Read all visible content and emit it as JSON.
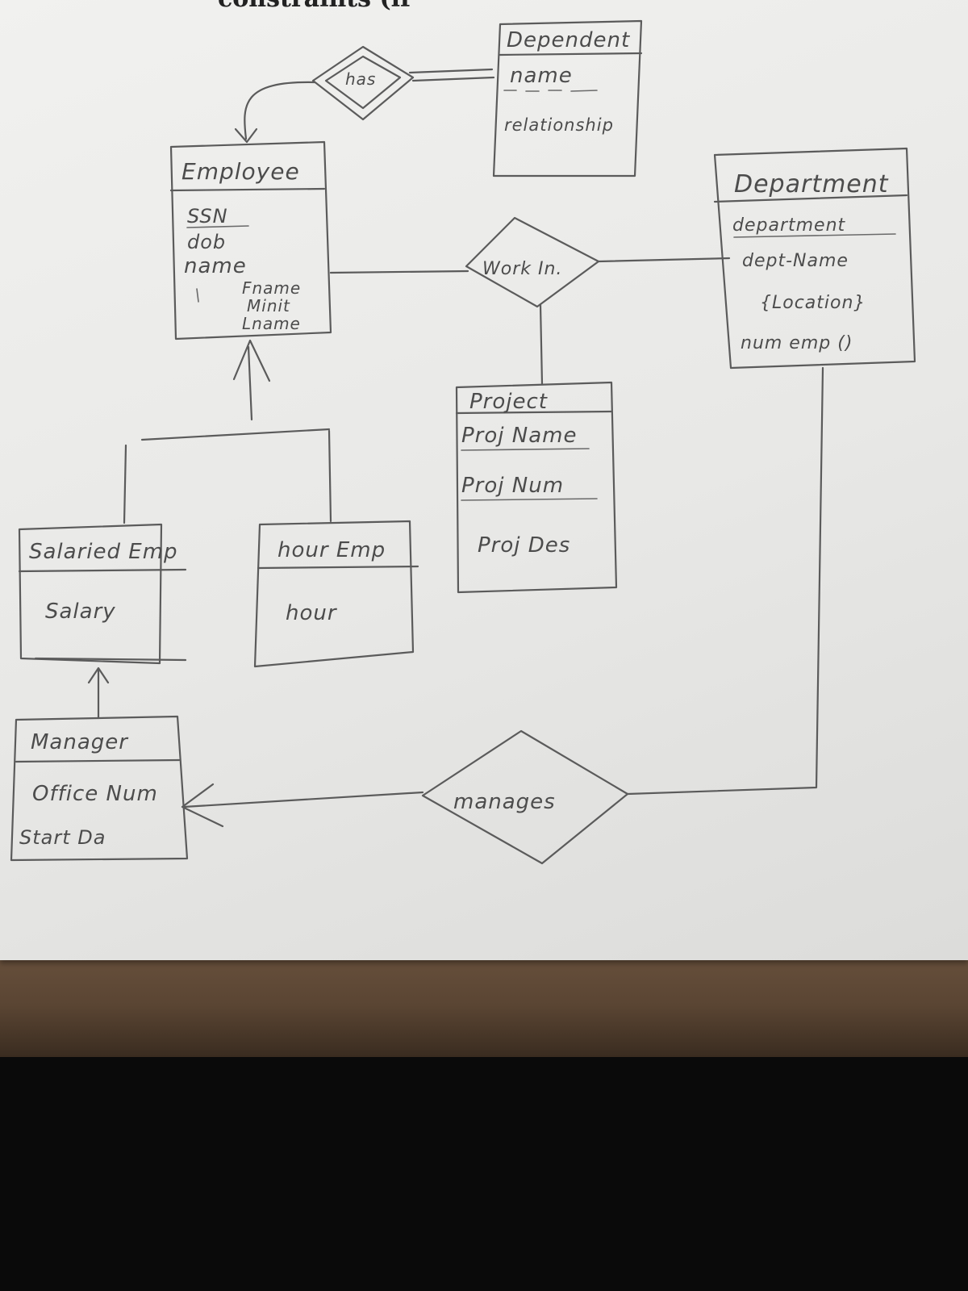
{
  "header_fragment": "constraints (if",
  "entities": {
    "dependent": {
      "title": "Dependent",
      "attrs": [
        "name",
        "relationship"
      ]
    },
    "employee": {
      "title": "Employee",
      "attrs": [
        "SSN",
        "dob",
        "name",
        "Fname",
        "Minit",
        "Lname"
      ]
    },
    "department": {
      "title": "Department",
      "attrs": [
        "department",
        "dept-Name",
        "{Location}",
        "num emp ()"
      ]
    },
    "project": {
      "title": "Project",
      "attrs": [
        "Proj Name",
        "Proj Num",
        "Proj Des"
      ]
    },
    "salaried_emp": {
      "title": "Salaried Emp",
      "attrs": [
        "Salary"
      ]
    },
    "hour_emp": {
      "title": "hour Emp",
      "attrs": [
        "hour"
      ]
    },
    "manager": {
      "title": "Manager",
      "attrs": [
        "Office Num",
        "Start Da"
      ]
    }
  },
  "relationships": {
    "has": "has",
    "work_in": "Work In.",
    "manages": "manages"
  }
}
